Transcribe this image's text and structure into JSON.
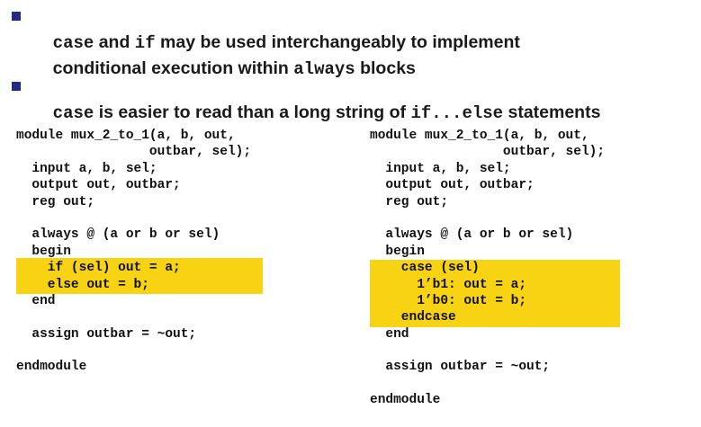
{
  "bullets": [
    {
      "line1": [
        {
          "text": "case",
          "mono": true
        },
        {
          "text": " and ",
          "mono": false
        },
        {
          "text": "if",
          "mono": true
        },
        {
          "text": " may be used interchangeably to implement",
          "mono": false
        }
      ],
      "line2": [
        {
          "text": "conditional execution within ",
          "mono": false
        },
        {
          "text": "always",
          "mono": true
        },
        {
          "text": " blocks",
          "mono": false
        }
      ]
    },
    {
      "line1": [
        {
          "text": "case",
          "mono": true
        },
        {
          "text": " is easier to read than a long string of ",
          "mono": false
        },
        {
          "text": "if...else",
          "mono": true
        },
        {
          "text": " statements",
          "mono": false
        }
      ]
    }
  ],
  "left_code": [
    "module mux_2_to_1(a, b, out,",
    "                 outbar, sel);",
    "  input a, b, sel;",
    "  output out, outbar;",
    "  reg out;",
    "",
    "  always @ (a or b or sel)",
    "  begin",
    "    if (sel) out = a;",
    "    else out = b;",
    "  end",
    "",
    "  assign outbar = ~out;",
    "",
    "endmodule"
  ],
  "right_code": [
    "module mux_2_to_1(a, b, out,",
    "                 outbar, sel);",
    "  input a, b, sel;",
    "  output out, outbar;",
    "  reg out;",
    "",
    "  always @ (a or b or sel)",
    "  begin",
    "    case (sel)",
    "      1’b1: out = a;",
    "      1’b0: out = b;",
    "    endcase",
    "  end",
    "",
    "  assign outbar = ~out;",
    "",
    "endmodule"
  ],
  "colors": {
    "highlight": "#f8d313",
    "bullet_square": "#1f2a8c"
  }
}
